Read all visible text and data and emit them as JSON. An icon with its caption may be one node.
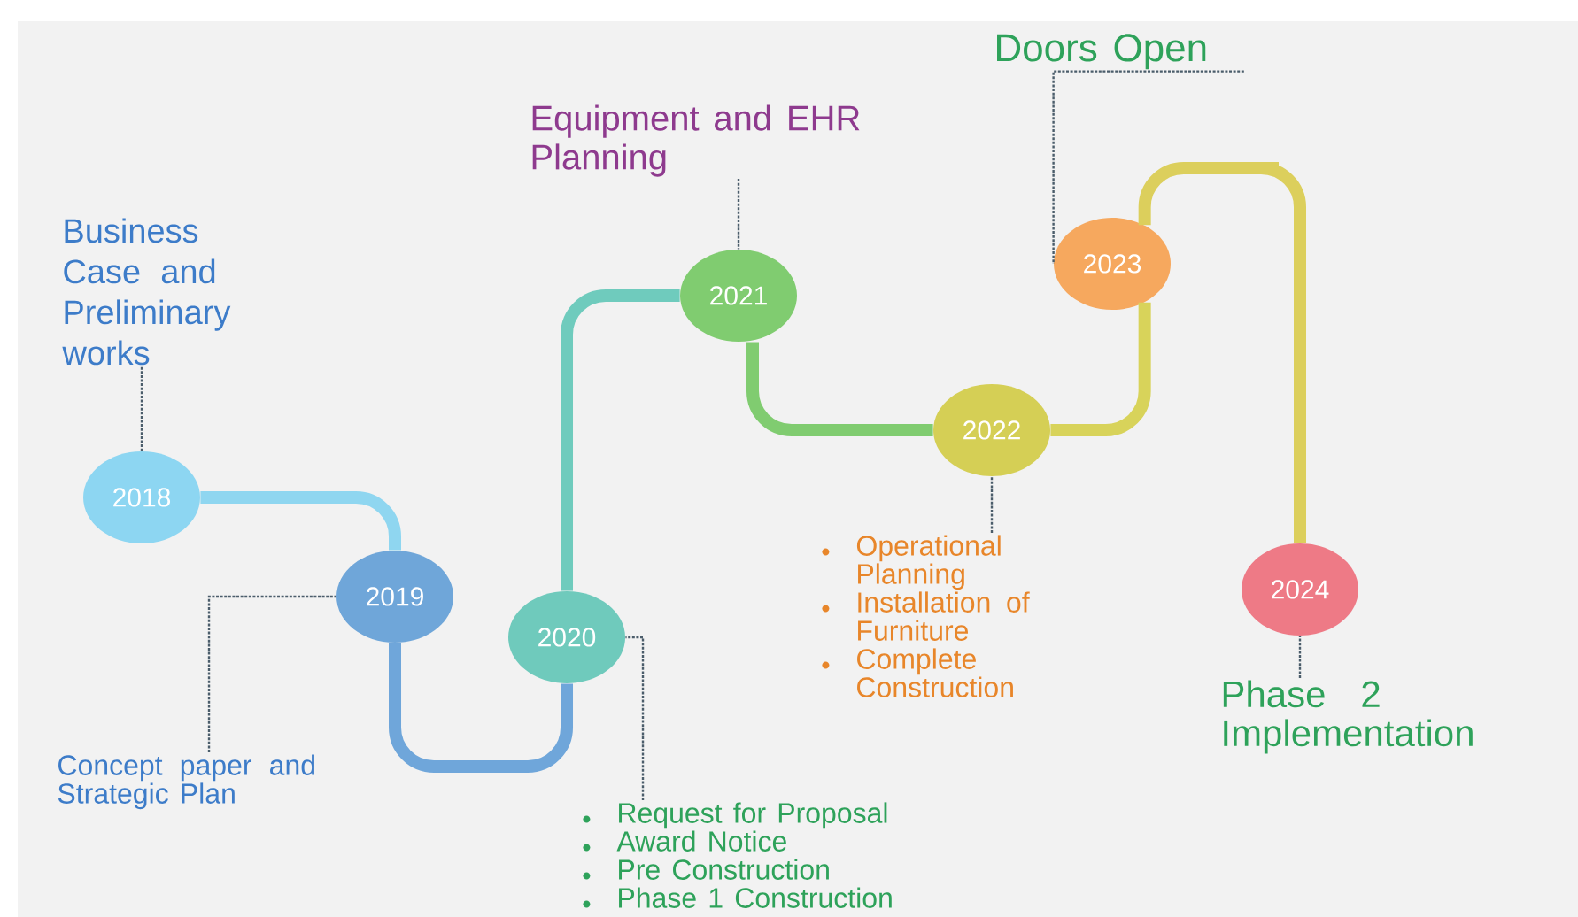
{
  "diagram": {
    "nodes": [
      {
        "text": [
          "2018"
        ]
      },
      {
        "text": [
          "2019"
        ]
      },
      {
        "text": [
          "2020"
        ]
      },
      {
        "text": [
          "2021"
        ]
      },
      {
        "text": [
          "2022"
        ]
      },
      {
        "text": [
          "2023"
        ]
      },
      {
        "text": [
          "2024"
        ]
      },
      {
        "text": [
          "Business Case and Preliminary works"
        ]
      },
      {
        "text": [
          "Concept paper and Strategic Plan"
        ]
      },
      {
        "text": [
          "Request for Proposal",
          "Award Notice",
          "Pre Construction",
          "Phase 1 Construction"
        ]
      },
      {
        "text": [
          "Equipment and EHR Planning"
        ]
      },
      {
        "text": [
          "Operational Planning",
          "Installation of Furniture",
          "Complete Construction"
        ]
      },
      {
        "text": [
          "Doors Open"
        ]
      },
      {
        "text": [
          "Phase 2 Implementation"
        ]
      }
    ],
    "edges": [
      {
        "from": 0,
        "to": 1,
        "arrow": "none",
        "style": "thick",
        "color": "#8fd6f0"
      },
      {
        "from": 1,
        "to": 2,
        "arrow": "none",
        "style": "thick",
        "color": "#6fa6da"
      },
      {
        "from": 2,
        "to": 3,
        "arrow": "none",
        "style": "thick",
        "color": "#6fcbbd"
      },
      {
        "from": 3,
        "to": 4,
        "arrow": "none",
        "style": "thick",
        "color": "#80cc70"
      },
      {
        "from": 4,
        "to": 5,
        "arrow": "none",
        "style": "thick",
        "color": "#d8d35a"
      },
      {
        "from": 5,
        "to": 6,
        "arrow": "none",
        "style": "thick",
        "color": "#dccf5c"
      },
      {
        "from": 7,
        "to": 0,
        "arrow": "none",
        "style": "dashed"
      },
      {
        "from": 8,
        "to": 1,
        "arrow": "none",
        "style": "dashed"
      },
      {
        "from": 9,
        "to": 2,
        "arrow": "none",
        "style": "dashed"
      },
      {
        "from": 10,
        "to": 3,
        "arrow": "none",
        "style": "dashed"
      },
      {
        "from": 11,
        "to": 4,
        "arrow": "none",
        "style": "dashed"
      },
      {
        "from": 12,
        "to": 5,
        "arrow": "none",
        "style": "dashed"
      },
      {
        "from": 13,
        "to": 6,
        "arrow": "none",
        "style": "dashed"
      }
    ]
  }
}
